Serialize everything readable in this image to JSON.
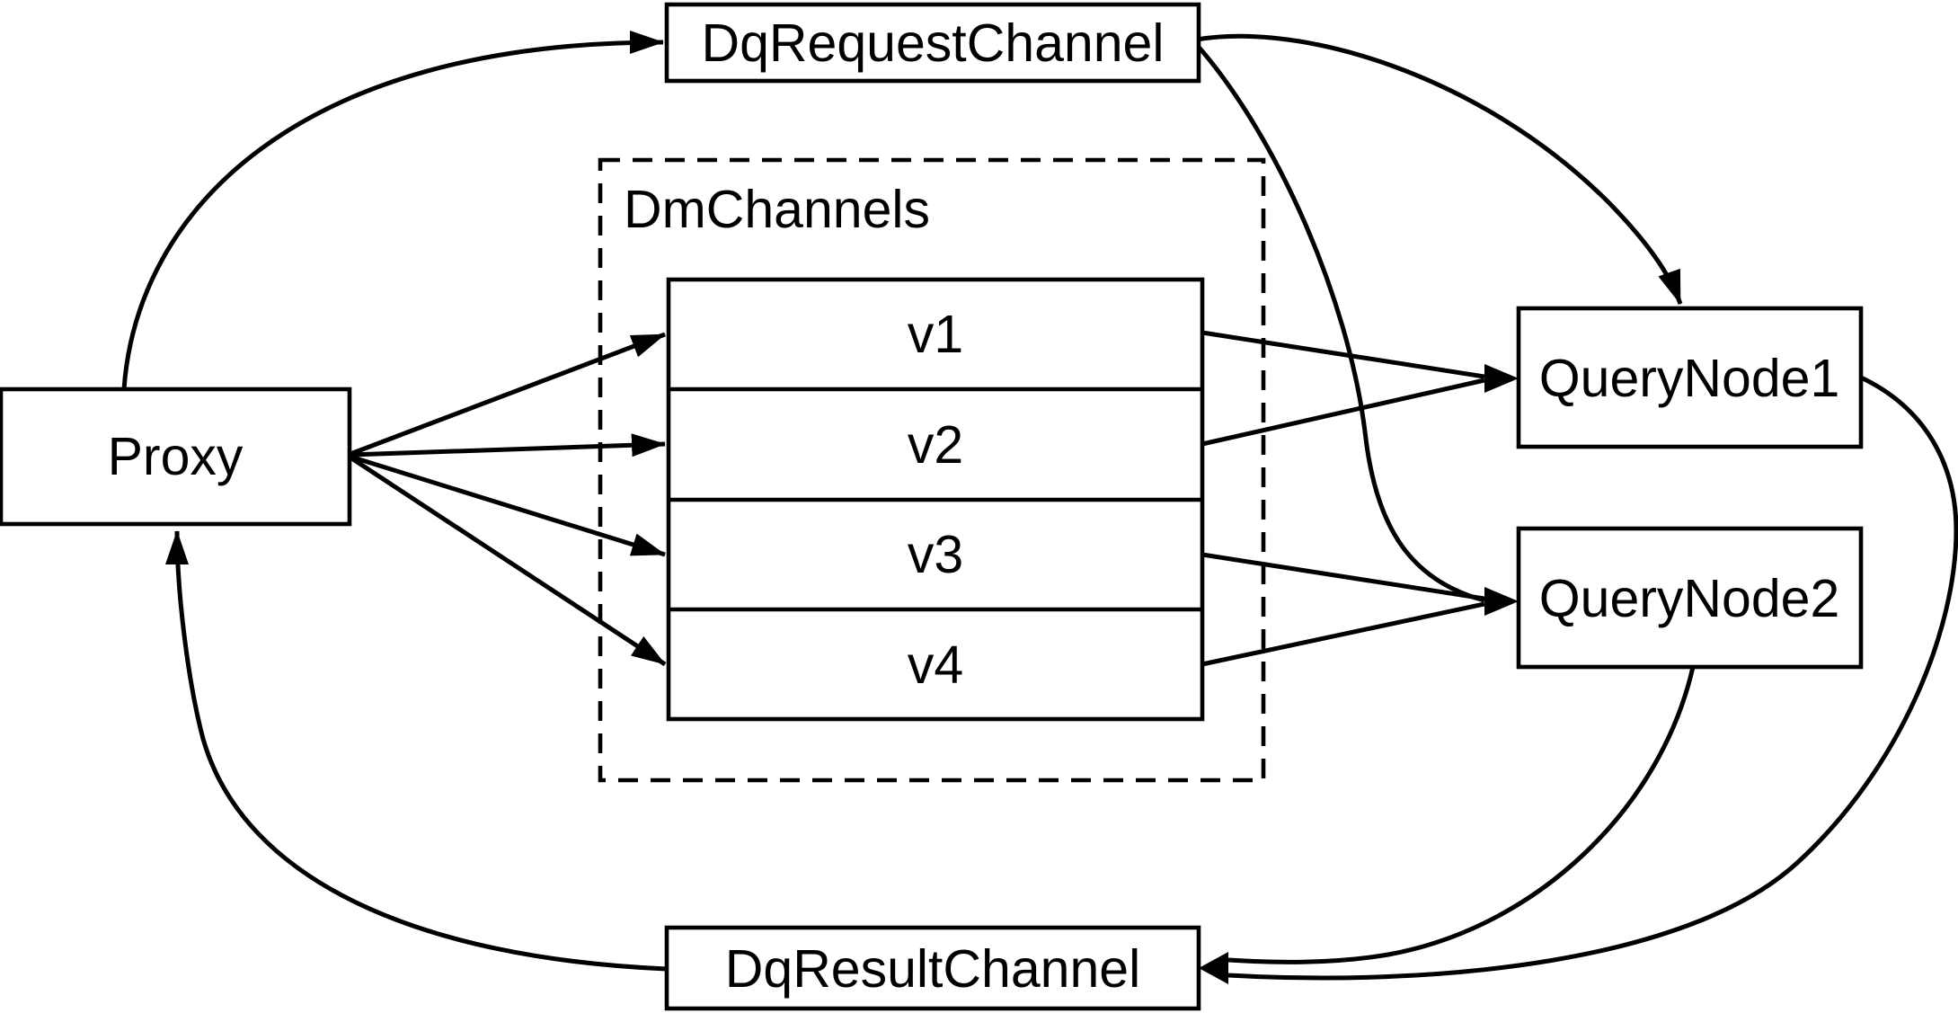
{
  "diagram": {
    "type": "flow-diagram",
    "colors": {
      "ink": "#000000",
      "paper": "#ffffff"
    },
    "nodes": {
      "proxy": {
        "label": "Proxy"
      },
      "dq_request": {
        "label": "DqRequestChannel"
      },
      "dm_channels": {
        "label": "DmChannels"
      },
      "channels": [
        "v1",
        "v2",
        "v3",
        "v4"
      ],
      "query_node1": {
        "label": "QueryNode1"
      },
      "query_node2": {
        "label": "QueryNode2"
      },
      "dq_result": {
        "label": "DqResultChannel"
      }
    },
    "edges": [
      {
        "from": "Proxy",
        "to": "DqRequestChannel"
      },
      {
        "from": "Proxy",
        "to": "v1"
      },
      {
        "from": "Proxy",
        "to": "v2"
      },
      {
        "from": "Proxy",
        "to": "v3"
      },
      {
        "from": "Proxy",
        "to": "v4"
      },
      {
        "from": "v1",
        "to": "QueryNode1"
      },
      {
        "from": "v2",
        "to": "QueryNode1"
      },
      {
        "from": "v3",
        "to": "QueryNode2"
      },
      {
        "from": "v4",
        "to": "QueryNode2"
      },
      {
        "from": "DqRequestChannel",
        "to": "QueryNode1"
      },
      {
        "from": "DqRequestChannel",
        "to": "QueryNode2"
      },
      {
        "from": "QueryNode1",
        "to": "DqResultChannel"
      },
      {
        "from": "QueryNode2",
        "to": "DqResultChannel"
      },
      {
        "from": "DqResultChannel",
        "to": "Proxy"
      }
    ]
  }
}
